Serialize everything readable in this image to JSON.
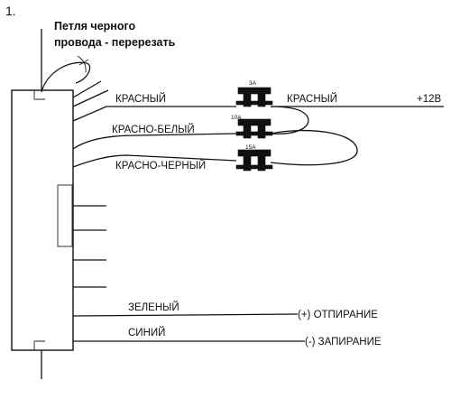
{
  "figure_number": "1.",
  "note": {
    "line1": "Петля черного",
    "line2": "провода - перерезать"
  },
  "wires": {
    "red": "КРАСНЫЙ",
    "red_white": "КРАСНО-БЕЛЫЙ",
    "red_black": "КРАСНО-ЧЕРНЫЙ",
    "red_out": "КРАСНЫЙ",
    "green": "ЗЕЛЕНЫЙ",
    "blue": "СИНИЙ"
  },
  "power": "+12В",
  "fuses": {
    "f1": "3А",
    "f2": "10А",
    "f3": "15А"
  },
  "outputs": {
    "unlock": "(+) ОТПИРАНИЕ",
    "lock": "(-) ЗАПИРАНИЕ"
  },
  "colors": {
    "ink": "#111111",
    "background": "#ffffff"
  }
}
